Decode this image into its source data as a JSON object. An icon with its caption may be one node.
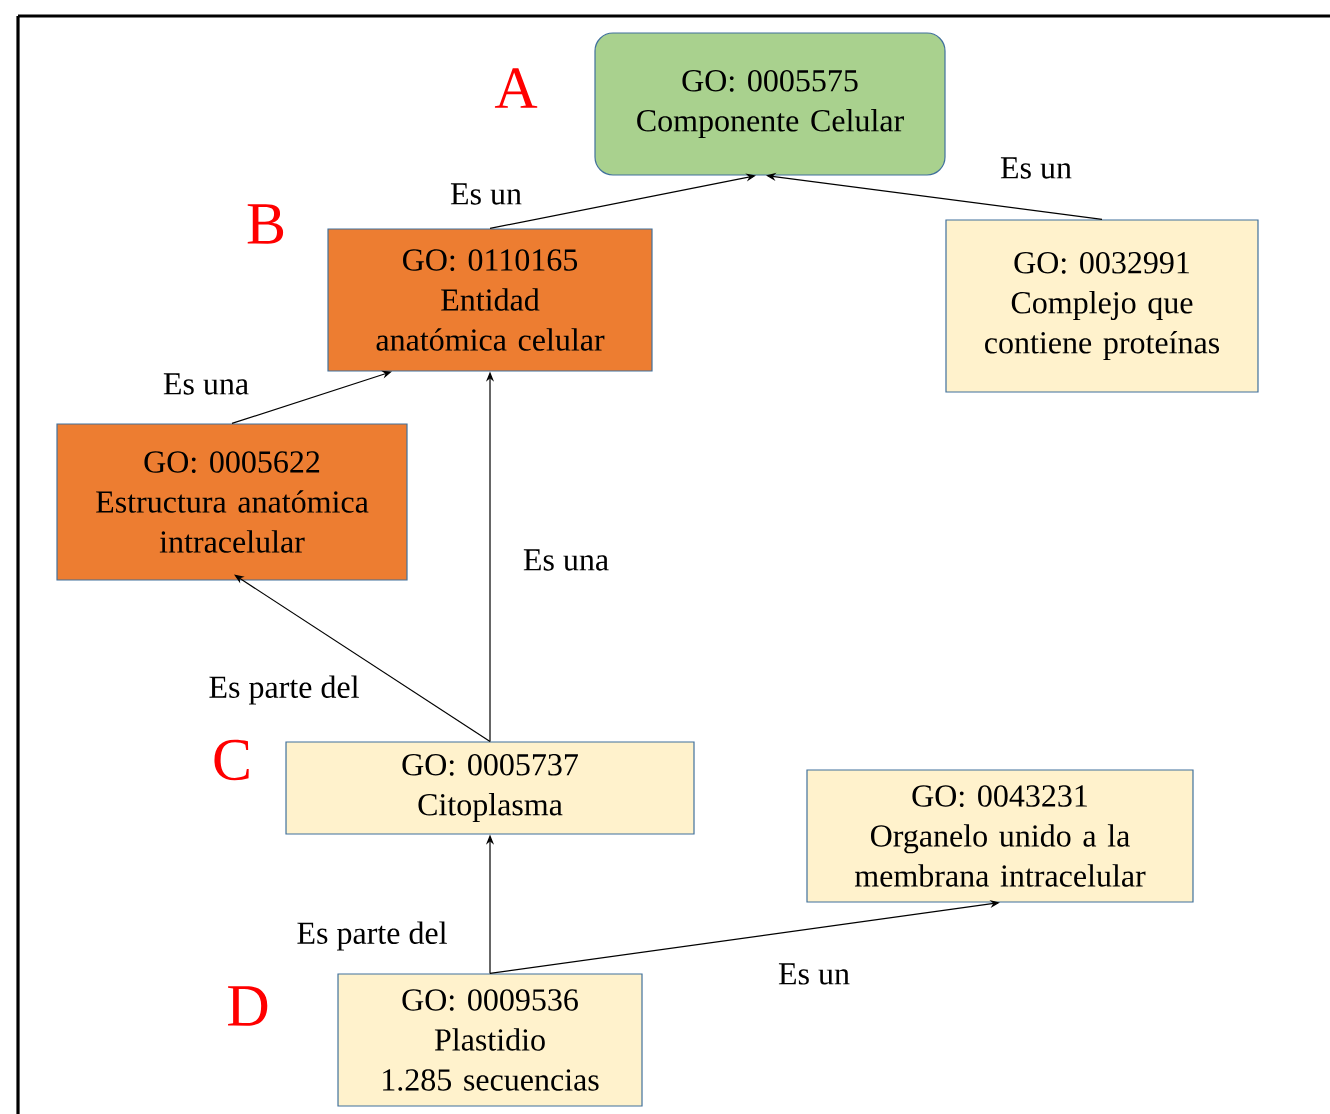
{
  "diagram": {
    "nodes": [
      {
        "text": [
          "GO: 0005575",
          "Componente Celular"
        ],
        "beside": [
          "A"
        ]
      },
      {
        "text": [
          "GO: 0110165",
          "Entidad anatómica celular"
        ],
        "beside": [
          "B"
        ]
      },
      {
        "text": [
          "GO: 0032991",
          "Complejo que contiene proteínas"
        ]
      },
      {
        "text": [
          "GO: 0005622",
          "Estructura anatómica intracelular"
        ]
      },
      {
        "text": [
          "GO: 0005737",
          "Citoplasma"
        ],
        "beside": [
          "C"
        ]
      },
      {
        "text": [
          "GO: 0043231",
          "Organelo unido a la membrana intracelular"
        ]
      },
      {
        "text": [
          "GO: 0009536",
          "Plastidio",
          "1.285 secuencias"
        ],
        "beside": [
          "D"
        ]
      }
    ],
    "edges": [
      {
        "from": 1,
        "to": 0,
        "arrow": "to",
        "label": "Es un"
      },
      {
        "from": 2,
        "to": 0,
        "arrow": "to",
        "label": "Es un"
      },
      {
        "from": 3,
        "to": 1,
        "arrow": "to",
        "label": "Es una"
      },
      {
        "from": 4,
        "to": 1,
        "arrow": "to",
        "label": "Es una"
      },
      {
        "from": 4,
        "to": 3,
        "arrow": "to",
        "label": "Es parte del"
      },
      {
        "from": 6,
        "to": 4,
        "arrow": "to",
        "label": "Es parte del"
      },
      {
        "from": 6,
        "to": 5,
        "arrow": "to",
        "label": "Es un"
      }
    ]
  }
}
